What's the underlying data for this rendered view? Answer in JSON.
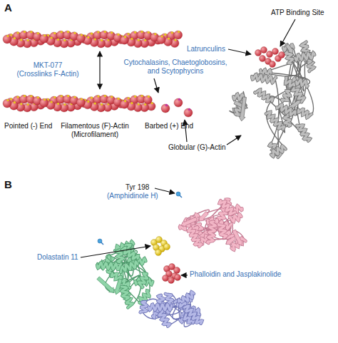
{
  "diagram": {
    "labels": [
      "A",
      "MKT-077 (Crosslinks F-Actin)",
      "Latrunculins",
      "ATP Binding Site",
      "Cytochalasins, Chaetoglobosins, and Scytophycins",
      "Pointed (-) End",
      "Filamentous (F)-Actin (Microfilament)",
      "Barbed (+) End",
      "Globular (G)-Actin",
      "B",
      "Tyr 198",
      "(Amphidinole H)",
      "Dolastatin 11",
      "Phalloidin and Jasplakinolide"
    ]
  }
}
